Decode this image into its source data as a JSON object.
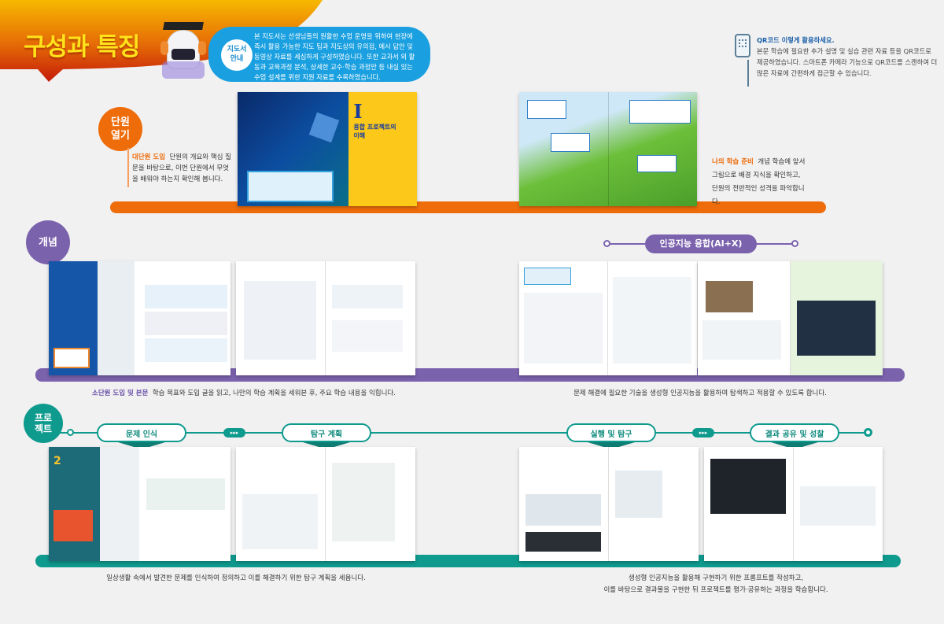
{
  "header": {
    "title": "구성과 특징",
    "guide_badge": "지도서\n안내",
    "guide_text": "본 지도서는 선생님들의 원활한 수업 운영을 위하여 현장에 즉시 활용 가능한 지도 팁과 지도상의 유의점, 예시 답안 및 동영상 자료를 세심하게 구성하였습니다. 또한 교과서 외 활동과 교육과정 분석, 상세한 교수·학습 과정안 등 내실 있는 수업 설계를 위한 지원 자료를 수록하였습니다."
  },
  "qr": {
    "heading": "QR코드 이렇게 활용하세요.",
    "text": "본문 학습에 필요한 추가 설명 및 실습 관련 자료 등을 QR코드로 제공하였습니다. 스마트폰 카메라 기능으로 QR코드를 스캔하여 더 많은 자료에 간편하게 접근할 수 있습니다."
  },
  "unit_open": {
    "badge": "단원 열기",
    "left_label": "대단원 도입",
    "left_text": "단원의 개요와 핵심 질문을 바탕으로, 이번 단원에서 무엇을 배워야 하는지 확인해 봅니다.",
    "right_label": "나의 학습 준비",
    "right_text": "개념 학습에 앞서 그림으로 배경 지식을 확인하고, 단원의 전반적인 성격을 파악합니다.",
    "book_numeral": "I",
    "book_title": "융합 프로젝트의 이해"
  },
  "concept": {
    "badge": "개념",
    "left_label": "소단원 도입 및 본문",
    "left_text": "학습 목표와 도입 글을 읽고, 나만의 학습 계획을 세워본 후, 주요 학습 내용을 익힙니다.",
    "ai_label": "인공지능 융합(AI+X)",
    "right_text": "문제 해결에 필요한 기술을 생성형 인공지능을 활용하여 탐색하고 적용할 수 있도록 합니다."
  },
  "project": {
    "badge": "프로\n젝트",
    "steps": [
      "문제 인식",
      "탐구 계획",
      "실행 및 탐구",
      "결과 공유 및 성찰"
    ],
    "arrow": "▸▸▸",
    "left_text": "일상생활 속에서 발견한 문제를 인식하여 정의하고 이를 해결하기 위한 탐구 계획을 세웁니다.",
    "right_text_1": "생성형 인공지능을 활용해 구현하기 위한 프롬프트를 작성하고,",
    "right_text_2": "이를 바탕으로 결과물을 구현한 뒤 프로젝트를 평가·공유하는 과정을 학습합니다.",
    "book_numeral": "2"
  },
  "colors": {
    "orange": "#ee6c0a",
    "purple": "#7b62ad",
    "teal": "#0f9a8e",
    "blue": "#1aa0e0"
  }
}
